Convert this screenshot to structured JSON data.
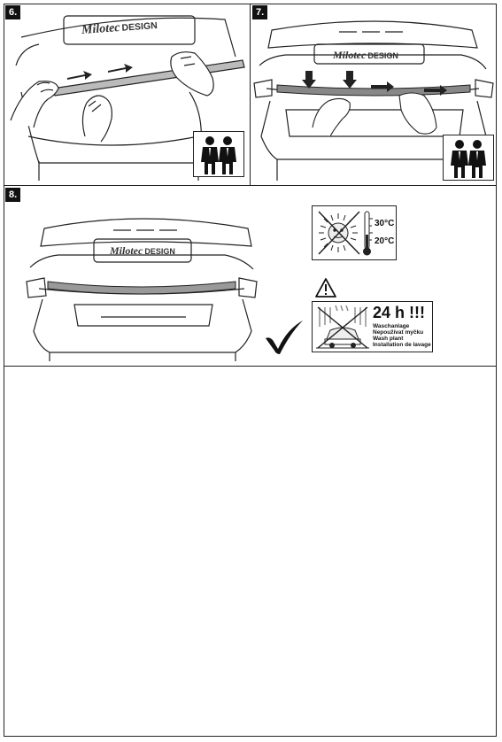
{
  "steps": [
    {
      "label": "6."
    },
    {
      "label": "7."
    },
    {
      "label": "8."
    }
  ],
  "logo": {
    "script": "Milotec",
    "design": "DESIGN"
  },
  "temperature": {
    "high": "30°C",
    "low": "20°C"
  },
  "wash": {
    "hours": "24 h !!!",
    "lines": [
      "Waschanlage",
      "Nepoužívat myčku",
      "Wash plant",
      "Installation de lavage"
    ]
  },
  "icons": [
    "two-person-icon",
    "warning-triangle-icon",
    "checkmark-icon",
    "sun-crossed-icon",
    "thermometer-icon",
    "car-wash-crossed-icon",
    "arrow-icon"
  ]
}
